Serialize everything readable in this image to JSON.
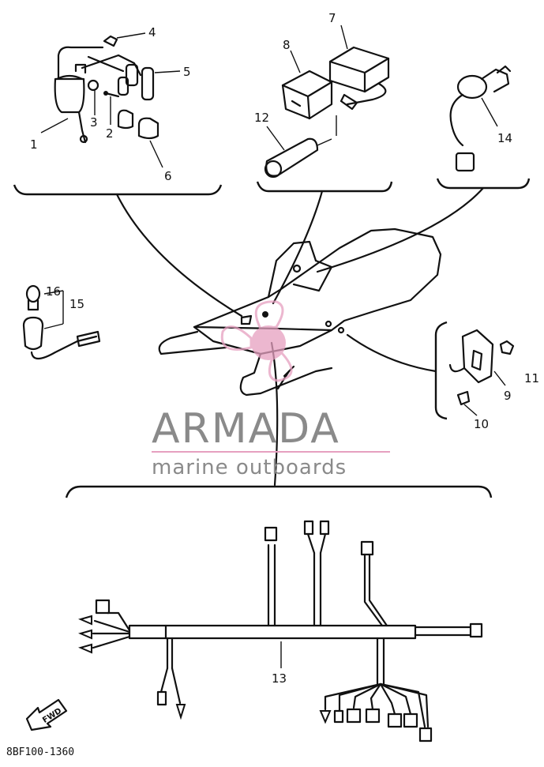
{
  "watermark": {
    "title": "ARMADA",
    "subtitle": "marine outboards",
    "accent_color": "#e6a0c0",
    "text_color": "#8a8a8a"
  },
  "diagram_code": "8BF100-1360",
  "direction_label": "FWD",
  "callouts": {
    "c1": "1",
    "c2": "2",
    "c3": "3",
    "c4": "4",
    "c5": "5",
    "c6": "6",
    "c7": "7",
    "c8": "8",
    "c9": "9",
    "c10": "10",
    "c11": "11",
    "c12": "12",
    "c13": "13",
    "c14": "14",
    "c15": "15",
    "c16": "16"
  },
  "icons": [
    "ignition-coil-icon",
    "cdi-unit-icon",
    "relay-icon",
    "resistor-icon",
    "main-switch-icon",
    "bulb-socket-icon",
    "voltage-regulator-icon",
    "snowmobile-icon",
    "wire-harness-icon",
    "propeller-logo-icon",
    "fwd-arrow-icon"
  ]
}
